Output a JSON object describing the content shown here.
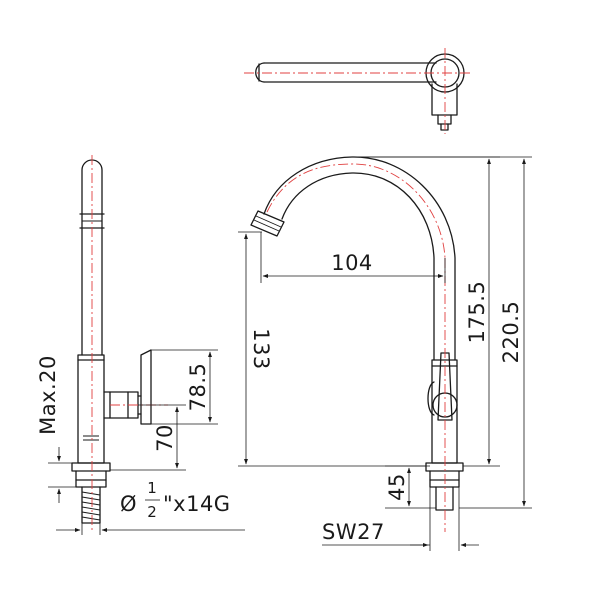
{
  "dimensions": {
    "spout_reach": "104",
    "height_to_spout": "133",
    "height_to_top_inner": "175.5",
    "height_overall": "220.5",
    "handle_height": "78.5",
    "handle_base": "70",
    "mount_max": "Max.20",
    "shank_length": "45",
    "nut_size": "SW27",
    "thread_prefix": "Ø",
    "thread_numerator": "1",
    "thread_denominator": "2",
    "thread_suffix": "\"x14G"
  },
  "colors": {
    "line": "#1a1a1a",
    "centerline": "#e04040",
    "background": "#ffffff"
  }
}
